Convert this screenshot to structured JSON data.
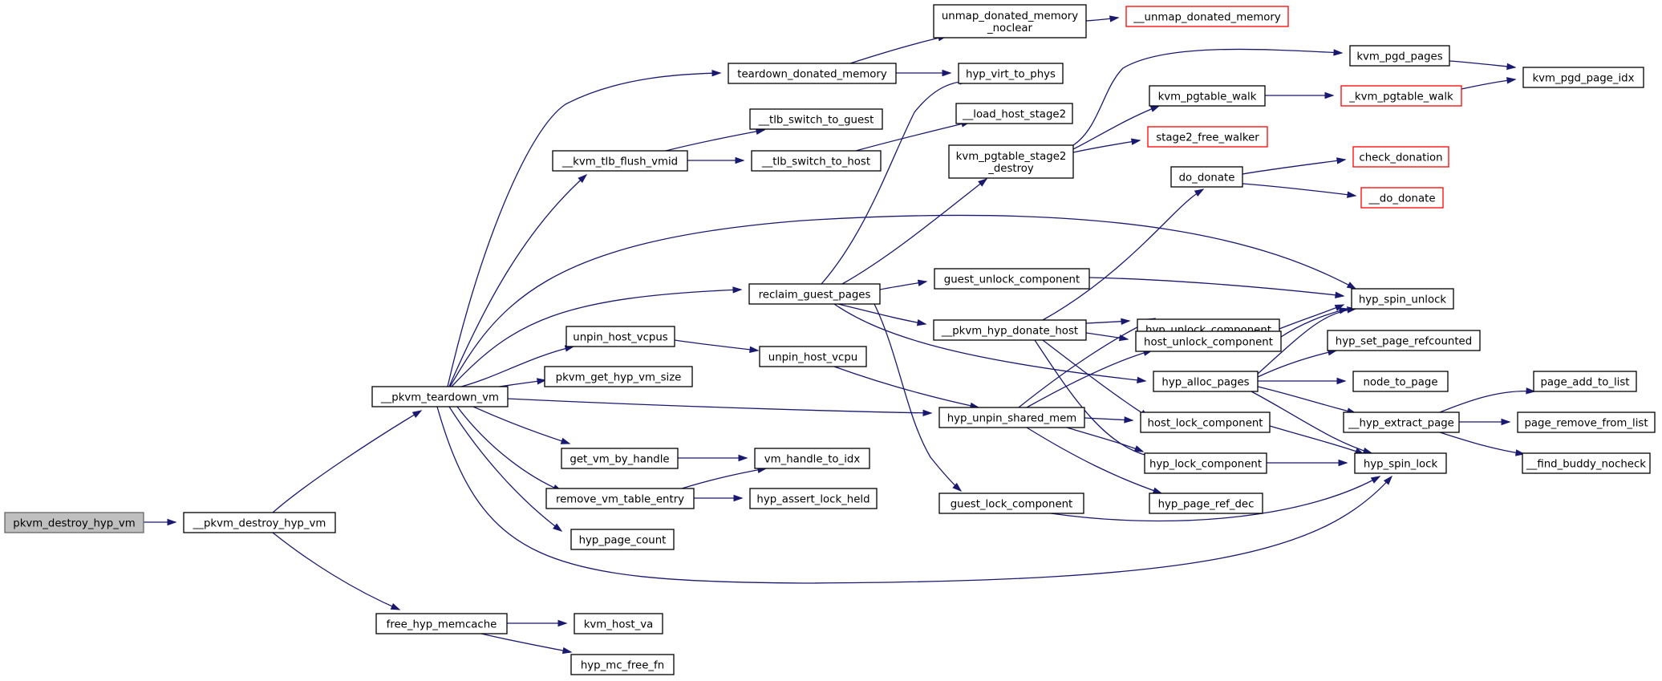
{
  "diagram": {
    "type": "call-graph",
    "colors": {
      "edge": "#191970",
      "box_border": "#000000",
      "truncated_border": "#ff0000",
      "root_fill": "#bfbfbf",
      "background": "#ffffff"
    },
    "nodes": [
      {
        "id": "pkvm_destroy_hyp_vm",
        "lines": [
          "pkvm_destroy_hyp_vm"
        ],
        "kind": "root"
      },
      {
        "id": "__pkvm_destroy_hyp_vm",
        "lines": [
          "__pkvm_destroy_hyp_vm"
        ]
      },
      {
        "id": "__pkvm_teardown_vm",
        "lines": [
          "__pkvm_teardown_vm"
        ]
      },
      {
        "id": "free_hyp_memcache",
        "lines": [
          "free_hyp_memcache"
        ]
      },
      {
        "id": "kvm_host_va",
        "lines": [
          "kvm_host_va"
        ]
      },
      {
        "id": "hyp_mc_free_fn",
        "lines": [
          "hyp_mc_free_fn"
        ]
      },
      {
        "id": "teardown_donated_memory",
        "lines": [
          "teardown_donated_memory"
        ]
      },
      {
        "id": "__kvm_tlb_flush_vmid",
        "lines": [
          "__kvm_tlb_flush_vmid"
        ]
      },
      {
        "id": "reclaim_guest_pages",
        "lines": [
          "reclaim_guest_pages"
        ]
      },
      {
        "id": "unpin_host_vcpus",
        "lines": [
          "unpin_host_vcpus"
        ]
      },
      {
        "id": "pkvm_get_hyp_vm_size",
        "lines": [
          "pkvm_get_hyp_vm_size"
        ]
      },
      {
        "id": "get_vm_by_handle",
        "lines": [
          "get_vm_by_handle"
        ]
      },
      {
        "id": "remove_vm_table_entry",
        "lines": [
          "remove_vm_table_entry"
        ]
      },
      {
        "id": "hyp_page_count",
        "lines": [
          "hyp_page_count"
        ]
      },
      {
        "id": "unmap_donated_memory_noclear",
        "lines": [
          "unmap_donated_memory",
          "_noclear"
        ]
      },
      {
        "id": "__unmap_donated_memory",
        "lines": [
          "__unmap_donated_memory"
        ],
        "kind": "truncated"
      },
      {
        "id": "hyp_virt_to_phys",
        "lines": [
          "hyp_virt_to_phys"
        ]
      },
      {
        "id": "__tlb_switch_to_guest",
        "lines": [
          "__tlb_switch_to_guest"
        ]
      },
      {
        "id": "__tlb_switch_to_host",
        "lines": [
          "__tlb_switch_to_host"
        ]
      },
      {
        "id": "__load_host_stage2",
        "lines": [
          "__load_host_stage2"
        ]
      },
      {
        "id": "kvm_pgtable_stage2_destroy",
        "lines": [
          "kvm_pgtable_stage2",
          "_destroy"
        ]
      },
      {
        "id": "guest_unlock_component",
        "lines": [
          "guest_unlock_component"
        ]
      },
      {
        "id": "__pkvm_hyp_donate_host",
        "lines": [
          "__pkvm_hyp_donate_host"
        ]
      },
      {
        "id": "guest_lock_component",
        "lines": [
          "guest_lock_component"
        ]
      },
      {
        "id": "unpin_host_vcpu",
        "lines": [
          "unpin_host_vcpu"
        ]
      },
      {
        "id": "hyp_unpin_shared_mem",
        "lines": [
          "hyp_unpin_shared_mem"
        ]
      },
      {
        "id": "vm_handle_to_idx",
        "lines": [
          "vm_handle_to_idx"
        ]
      },
      {
        "id": "hyp_assert_lock_held",
        "lines": [
          "hyp_assert_lock_held"
        ]
      },
      {
        "id": "kvm_pgd_pages",
        "lines": [
          "kvm_pgd_pages"
        ]
      },
      {
        "id": "kvm_pgtable_walk",
        "lines": [
          "kvm_pgtable_walk"
        ]
      },
      {
        "id": "stage2_free_walker",
        "lines": [
          "stage2_free_walker"
        ],
        "kind": "truncated"
      },
      {
        "id": "do_donate",
        "lines": [
          "do_donate"
        ]
      },
      {
        "id": "hyp_unlock_component",
        "lines": [
          "hyp_unlock_component"
        ]
      },
      {
        "id": "host_unlock_component",
        "lines": [
          "host_unlock_component"
        ]
      },
      {
        "id": "hyp_alloc_pages",
        "lines": [
          "hyp_alloc_pages"
        ]
      },
      {
        "id": "host_lock_component",
        "lines": [
          "host_lock_component"
        ]
      },
      {
        "id": "hyp_lock_component",
        "lines": [
          "hyp_lock_component"
        ]
      },
      {
        "id": "hyp_page_ref_dec",
        "lines": [
          "hyp_page_ref_dec"
        ]
      },
      {
        "id": "_kvm_pgtable_walk",
        "lines": [
          "_kvm_pgtable_walk"
        ],
        "kind": "truncated"
      },
      {
        "id": "check_donation",
        "lines": [
          "check_donation"
        ],
        "kind": "truncated"
      },
      {
        "id": "__do_donate",
        "lines": [
          "__do_donate"
        ],
        "kind": "truncated"
      },
      {
        "id": "hyp_spin_unlock",
        "lines": [
          "hyp_spin_unlock"
        ]
      },
      {
        "id": "hyp_set_page_refcounted",
        "lines": [
          "hyp_set_page_refcounted"
        ]
      },
      {
        "id": "node_to_page",
        "lines": [
          "node_to_page"
        ]
      },
      {
        "id": "__hyp_extract_page",
        "lines": [
          "__hyp_extract_page"
        ]
      },
      {
        "id": "hyp_spin_lock",
        "lines": [
          "hyp_spin_lock"
        ]
      },
      {
        "id": "kvm_pgd_page_idx",
        "lines": [
          "kvm_pgd_page_idx"
        ]
      },
      {
        "id": "page_add_to_list",
        "lines": [
          "page_add_to_list"
        ]
      },
      {
        "id": "page_remove_from_list",
        "lines": [
          "page_remove_from_list"
        ]
      },
      {
        "id": "__find_buddy_nocheck",
        "lines": [
          "__find_buddy_nocheck"
        ]
      }
    ],
    "edges": [
      {
        "from": "pkvm_destroy_hyp_vm",
        "to": "__pkvm_destroy_hyp_vm"
      },
      {
        "from": "__pkvm_destroy_hyp_vm",
        "to": "__pkvm_teardown_vm"
      },
      {
        "from": "__pkvm_destroy_hyp_vm",
        "to": "free_hyp_memcache"
      },
      {
        "from": "__pkvm_teardown_vm",
        "to": "teardown_donated_memory"
      },
      {
        "from": "__pkvm_teardown_vm",
        "to": "__kvm_tlb_flush_vmid"
      },
      {
        "from": "__pkvm_teardown_vm",
        "to": "hyp_spin_unlock"
      },
      {
        "from": "__pkvm_teardown_vm",
        "to": "reclaim_guest_pages"
      },
      {
        "from": "__pkvm_teardown_vm",
        "to": "unpin_host_vcpus"
      },
      {
        "from": "__pkvm_teardown_vm",
        "to": "pkvm_get_hyp_vm_size"
      },
      {
        "from": "__pkvm_teardown_vm",
        "to": "hyp_unpin_shared_mem"
      },
      {
        "from": "__pkvm_teardown_vm",
        "to": "get_vm_by_handle"
      },
      {
        "from": "__pkvm_teardown_vm",
        "to": "remove_vm_table_entry"
      },
      {
        "from": "__pkvm_teardown_vm",
        "to": "hyp_page_count"
      },
      {
        "from": "__pkvm_teardown_vm",
        "to": "hyp_spin_lock"
      },
      {
        "from": "free_hyp_memcache",
        "to": "kvm_host_va"
      },
      {
        "from": "free_hyp_memcache",
        "to": "hyp_mc_free_fn"
      },
      {
        "from": "teardown_donated_memory",
        "to": "unmap_donated_memory_noclear"
      },
      {
        "from": "teardown_donated_memory",
        "to": "hyp_virt_to_phys"
      },
      {
        "from": "unmap_donated_memory_noclear",
        "to": "__unmap_donated_memory"
      },
      {
        "from": "__kvm_tlb_flush_vmid",
        "to": "__tlb_switch_to_guest"
      },
      {
        "from": "__kvm_tlb_flush_vmid",
        "to": "__tlb_switch_to_host"
      },
      {
        "from": "__tlb_switch_to_host",
        "to": "__load_host_stage2"
      },
      {
        "from": "reclaim_guest_pages",
        "to": "hyp_virt_to_phys"
      },
      {
        "from": "reclaim_guest_pages",
        "to": "kvm_pgtable_stage2_destroy"
      },
      {
        "from": "reclaim_guest_pages",
        "to": "guest_unlock_component"
      },
      {
        "from": "reclaim_guest_pages",
        "to": "__pkvm_hyp_donate_host"
      },
      {
        "from": "reclaim_guest_pages",
        "to": "hyp_alloc_pages"
      },
      {
        "from": "reclaim_guest_pages",
        "to": "guest_lock_component"
      },
      {
        "from": "kvm_pgtable_stage2_destroy",
        "to": "kvm_pgd_pages"
      },
      {
        "from": "kvm_pgtable_stage2_destroy",
        "to": "kvm_pgtable_walk"
      },
      {
        "from": "kvm_pgtable_stage2_destroy",
        "to": "stage2_free_walker"
      },
      {
        "from": "kvm_pgd_pages",
        "to": "kvm_pgd_page_idx"
      },
      {
        "from": "kvm_pgtable_walk",
        "to": "_kvm_pgtable_walk"
      },
      {
        "from": "_kvm_pgtable_walk",
        "to": "kvm_pgd_page_idx"
      },
      {
        "from": "guest_unlock_component",
        "to": "hyp_spin_unlock"
      },
      {
        "from": "__pkvm_hyp_donate_host",
        "to": "do_donate"
      },
      {
        "from": "__pkvm_hyp_donate_host",
        "to": "hyp_unlock_component"
      },
      {
        "from": "__pkvm_hyp_donate_host",
        "to": "host_unlock_component"
      },
      {
        "from": "__pkvm_hyp_donate_host",
        "to": "host_lock_component"
      },
      {
        "from": "__pkvm_hyp_donate_host",
        "to": "hyp_lock_component"
      },
      {
        "from": "do_donate",
        "to": "check_donation"
      },
      {
        "from": "do_donate",
        "to": "__do_donate"
      },
      {
        "from": "guest_lock_component",
        "to": "hyp_spin_lock"
      },
      {
        "from": "unpin_host_vcpus",
        "to": "unpin_host_vcpu"
      },
      {
        "from": "unpin_host_vcpu",
        "to": "hyp_unpin_shared_mem"
      },
      {
        "from": "hyp_unpin_shared_mem",
        "to": "hyp_unlock_component"
      },
      {
        "from": "hyp_unpin_shared_mem",
        "to": "host_unlock_component"
      },
      {
        "from": "hyp_unpin_shared_mem",
        "to": "host_lock_component"
      },
      {
        "from": "hyp_unpin_shared_mem",
        "to": "hyp_lock_component"
      },
      {
        "from": "hyp_unpin_shared_mem",
        "to": "hyp_page_ref_dec"
      },
      {
        "from": "get_vm_by_handle",
        "to": "vm_handle_to_idx"
      },
      {
        "from": "remove_vm_table_entry",
        "to": "vm_handle_to_idx"
      },
      {
        "from": "remove_vm_table_entry",
        "to": "hyp_assert_lock_held"
      },
      {
        "from": "hyp_unlock_component",
        "to": "hyp_spin_unlock"
      },
      {
        "from": "host_unlock_component",
        "to": "hyp_spin_unlock"
      },
      {
        "from": "host_lock_component",
        "to": "hyp_spin_lock"
      },
      {
        "from": "hyp_lock_component",
        "to": "hyp_spin_lock"
      },
      {
        "from": "hyp_alloc_pages",
        "to": "hyp_spin_unlock"
      },
      {
        "from": "hyp_alloc_pages",
        "to": "hyp_set_page_refcounted"
      },
      {
        "from": "hyp_alloc_pages",
        "to": "node_to_page"
      },
      {
        "from": "hyp_alloc_pages",
        "to": "__hyp_extract_page"
      },
      {
        "from": "hyp_alloc_pages",
        "to": "hyp_spin_lock"
      },
      {
        "from": "__hyp_extract_page",
        "to": "page_add_to_list"
      },
      {
        "from": "__hyp_extract_page",
        "to": "page_remove_from_list"
      },
      {
        "from": "__hyp_extract_page",
        "to": "__find_buddy_nocheck"
      }
    ]
  }
}
